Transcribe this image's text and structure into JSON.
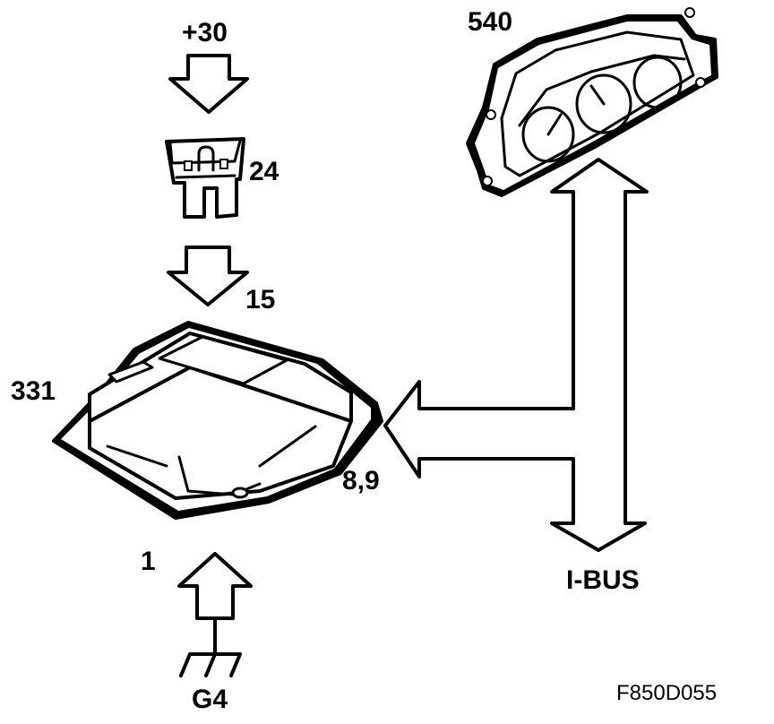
{
  "labels": {
    "supply": "+30",
    "fuse": "24",
    "ignition": "15",
    "srs_unit": "331",
    "bus_pins": "8,9",
    "ground_pin": "1",
    "ground": "G4",
    "instrument": "540",
    "bus": "I-BUS"
  },
  "figure_code": "F850D055",
  "colors": {
    "stroke": "#000000",
    "fill": "#ffffff"
  }
}
